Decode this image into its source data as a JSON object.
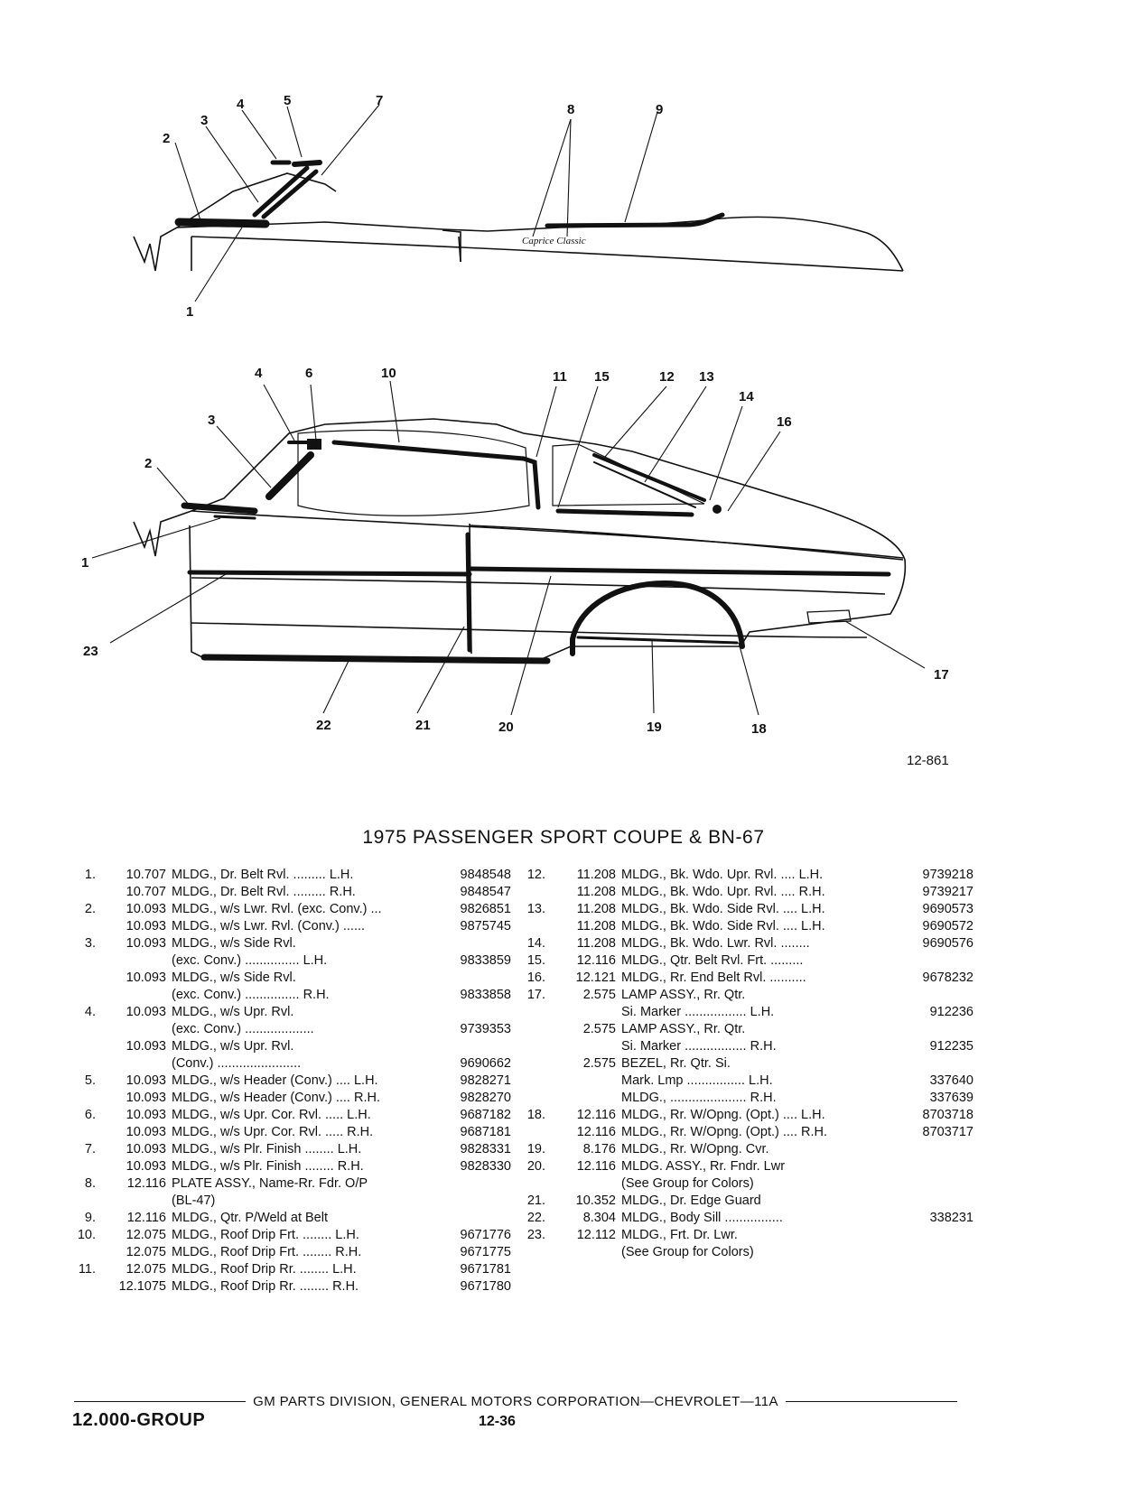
{
  "diagram": {
    "script_label": "Caprice Classic",
    "callouts_top": [
      "1",
      "2",
      "3",
      "4",
      "5",
      "7",
      "8",
      "9"
    ],
    "callouts_side": [
      "1",
      "2",
      "3",
      "4",
      "6",
      "10",
      "11",
      "15",
      "12",
      "13",
      "14",
      "16",
      "17",
      "18",
      "19",
      "20",
      "21",
      "22",
      "23"
    ]
  },
  "figure_number": "12-861",
  "title": "1975 PASSENGER SPORT COUPE & BN-67",
  "parts_left": [
    {
      "item": "1.",
      "code": "10.707",
      "desc": "MLDG., Dr. Belt Rvl. ......... L.H.",
      "part": "9848548"
    },
    {
      "item": "",
      "code": "10.707",
      "desc": "MLDG., Dr. Belt Rvl. ......... R.H.",
      "part": "9848547"
    },
    {
      "item": "2.",
      "code": "10.093",
      "desc": "MLDG., w/s Lwr. Rvl. (exc. Conv.) ...",
      "part": "9826851"
    },
    {
      "item": "",
      "code": "10.093",
      "desc": "MLDG., w/s Lwr. Rvl. (Conv.) ......",
      "part": "9875745"
    },
    {
      "item": "3.",
      "code": "10.093",
      "desc": "MLDG., w/s Side Rvl.",
      "part": ""
    },
    {
      "item": "",
      "code": "",
      "desc": "(exc. Conv.) ............... L.H.",
      "part": "9833859"
    },
    {
      "item": "",
      "code": "10.093",
      "desc": "MLDG., w/s Side Rvl.",
      "part": ""
    },
    {
      "item": "",
      "code": "",
      "desc": "(exc. Conv.) ............... R.H.",
      "part": "9833858"
    },
    {
      "item": "4.",
      "code": "10.093",
      "desc": "MLDG., w/s Upr. Rvl.",
      "part": ""
    },
    {
      "item": "",
      "code": "",
      "desc": "(exc. Conv.) ...................",
      "part": "9739353"
    },
    {
      "item": "",
      "code": "10.093",
      "desc": "MLDG., w/s Upr. Rvl.",
      "part": ""
    },
    {
      "item": "",
      "code": "",
      "desc": "(Conv.) .......................",
      "part": "9690662"
    },
    {
      "item": "5.",
      "code": "10.093",
      "desc": "MLDG., w/s Header (Conv.) .... L.H.",
      "part": "9828271"
    },
    {
      "item": "",
      "code": "10.093",
      "desc": "MLDG., w/s Header (Conv.) .... R.H.",
      "part": "9828270"
    },
    {
      "item": "6.",
      "code": "10.093",
      "desc": "MLDG., w/s Upr. Cor. Rvl. ..... L.H.",
      "part": "9687182"
    },
    {
      "item": "",
      "code": "10.093",
      "desc": "MLDG., w/s Upr. Cor. Rvl. ..... R.H.",
      "part": "9687181"
    },
    {
      "item": "7.",
      "code": "10.093",
      "desc": "MLDG., w/s Plr. Finish ........ L.H.",
      "part": "9828331"
    },
    {
      "item": "",
      "code": "10.093",
      "desc": "MLDG., w/s Plr. Finish ........ R.H.",
      "part": "9828330"
    },
    {
      "item": "8.",
      "code": "12.116",
      "desc": "PLATE ASSY., Name-Rr. Fdr. O/P",
      "part": ""
    },
    {
      "item": "",
      "code": "",
      "desc": "(BL-47)",
      "part": ""
    },
    {
      "item": "9.",
      "code": "12.116",
      "desc": "MLDG., Qtr. P/Weld at Belt",
      "part": ""
    },
    {
      "item": "10.",
      "code": "12.075",
      "desc": "MLDG., Roof Drip Frt. ........ L.H.",
      "part": "9671776"
    },
    {
      "item": "",
      "code": "12.075",
      "desc": "MLDG., Roof Drip Frt. ........ R.H.",
      "part": "9671775"
    },
    {
      "item": "11.",
      "code": "12.075",
      "desc": "MLDG., Roof Drip Rr. ........ L.H.",
      "part": "9671781"
    },
    {
      "item": "",
      "code": "12.1075",
      "desc": "MLDG., Roof Drip Rr. ........ R.H.",
      "part": "9671780"
    }
  ],
  "parts_right": [
    {
      "item": "12.",
      "code": "11.208",
      "desc": "MLDG., Bk. Wdo. Upr. Rvl. .... L.H.",
      "part": "9739218"
    },
    {
      "item": "",
      "code": "11.208",
      "desc": "MLDG., Bk. Wdo. Upr. Rvl. .... R.H.",
      "part": "9739217"
    },
    {
      "item": "13.",
      "code": "11.208",
      "desc": "MLDG., Bk. Wdo. Side Rvl. .... L.H.",
      "part": "9690573"
    },
    {
      "item": "",
      "code": "11.208",
      "desc": "MLDG., Bk. Wdo. Side Rvl. .... L.H.",
      "part": "9690572"
    },
    {
      "item": "14.",
      "code": "11.208",
      "desc": "MLDG., Bk. Wdo. Lwr. Rvl. ........",
      "part": "9690576"
    },
    {
      "item": "15.",
      "code": "12.116",
      "desc": "MLDG., Qtr. Belt Rvl. Frt. .........",
      "part": ""
    },
    {
      "item": "16.",
      "code": "12.121",
      "desc": "MLDG., Rr. End Belt Rvl. ..........",
      "part": "9678232"
    },
    {
      "item": "17.",
      "code": "2.575",
      "desc": "LAMP ASSY., Rr. Qtr.",
      "part": ""
    },
    {
      "item": "",
      "code": "",
      "desc": "Si. Marker ................. L.H.",
      "part": "912236"
    },
    {
      "item": "",
      "code": "2.575",
      "desc": "LAMP ASSY., Rr. Qtr.",
      "part": ""
    },
    {
      "item": "",
      "code": "",
      "desc": "Si. Marker ................. R.H.",
      "part": "912235"
    },
    {
      "item": "",
      "code": "2.575",
      "desc": "BEZEL, Rr. Qtr. Si.",
      "part": ""
    },
    {
      "item": "",
      "code": "",
      "desc": "Mark. Lmp ................ L.H.",
      "part": "337640"
    },
    {
      "item": "",
      "code": "",
      "desc": "MLDG., ..................... R.H.",
      "part": "337639"
    },
    {
      "item": "18.",
      "code": "12.116",
      "desc": "MLDG., Rr. W/Opng. (Opt.) .... L.H.",
      "part": "8703718"
    },
    {
      "item": "",
      "code": "12.116",
      "desc": "MLDG., Rr. W/Opng. (Opt.) .... R.H.",
      "part": "8703717"
    },
    {
      "item": "19.",
      "code": "8.176",
      "desc": "MLDG., Rr. W/Opng. Cvr.",
      "part": ""
    },
    {
      "item": "20.",
      "code": "12.116",
      "desc": "MLDG. ASSY., Rr. Fndr. Lwr",
      "part": ""
    },
    {
      "item": "",
      "code": "",
      "desc": "(See Group for Colors)",
      "part": ""
    },
    {
      "item": "21.",
      "code": "10.352",
      "desc": "MLDG., Dr. Edge Guard",
      "part": ""
    },
    {
      "item": "22.",
      "code": "8.304",
      "desc": "MLDG., Body Sill ................",
      "part": "338231"
    },
    {
      "item": "23.",
      "code": "12.112",
      "desc": "MLDG., Frt. Dr. Lwr.",
      "part": ""
    },
    {
      "item": "",
      "code": "",
      "desc": "(See Group for Colors)",
      "part": ""
    }
  ],
  "footer": {
    "text": "GM PARTS DIVISION, GENERAL MOTORS CORPORATION—CHEVROLET—11A",
    "group": "12.000-GROUP",
    "page": "12-36"
  }
}
